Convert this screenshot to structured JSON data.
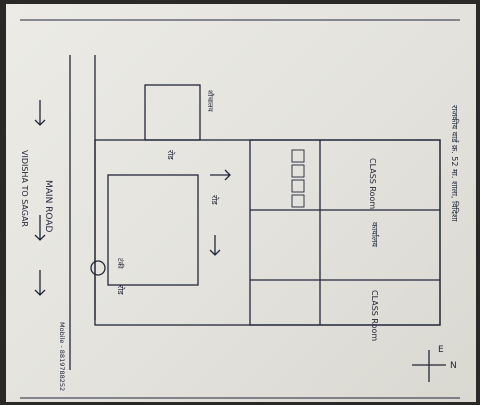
{
  "main_road_label": "MAIN ROAD",
  "vidisha_road_label": "VIDISHA TO SAGAR",
  "title_line": "राजकीय वार्ड क्र. 52 मा. शाला, विदिशा",
  "class_room_top": "CLASS Room",
  "class_room_bottom": "CLASS Room",
  "office_label": "कार्यालय",
  "road_label_1": "रोड",
  "road_label_2": "रोड",
  "road_label_3": "रोड",
  "tank_label": "टंकी",
  "toilet_label": "शौचालय",
  "mobile_label": "Mobile - 8819788252",
  "compass_east": "E",
  "compass_north": "N"
}
